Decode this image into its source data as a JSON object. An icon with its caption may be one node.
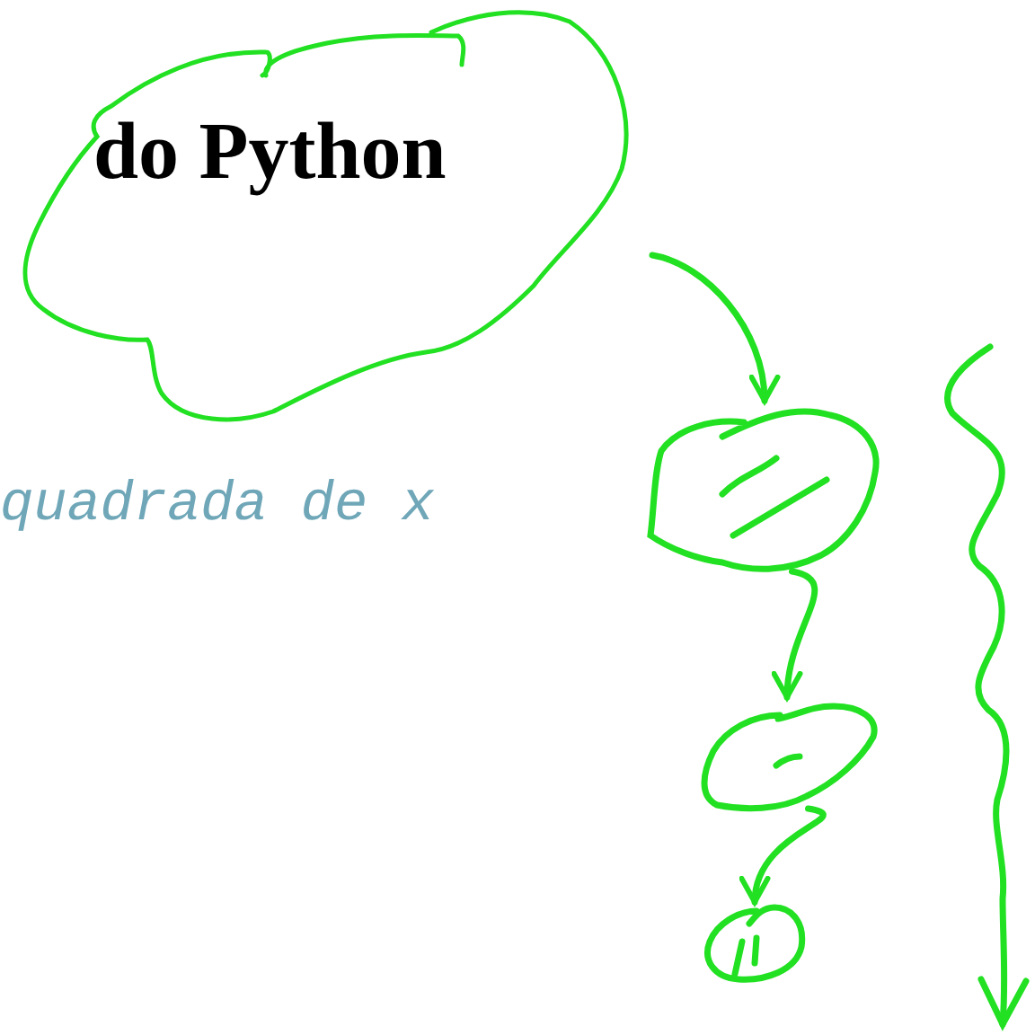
{
  "diagram": {
    "nodes": [
      {
        "text": [
          "do Python"
        ]
      },
      {
        "text": [],
        "shape": "circle"
      },
      {
        "text": [],
        "shape": "circle"
      },
      {
        "text": [],
        "shape": "circle"
      }
    ],
    "edges": [
      {
        "from": null,
        "to": 1,
        "arrow": "to"
      },
      {
        "from": 1,
        "to": 2,
        "arrow": "to"
      },
      {
        "from": 2,
        "to": 3,
        "arrow": "to"
      }
    ],
    "labels": [
      "quadrada de x"
    ]
  }
}
